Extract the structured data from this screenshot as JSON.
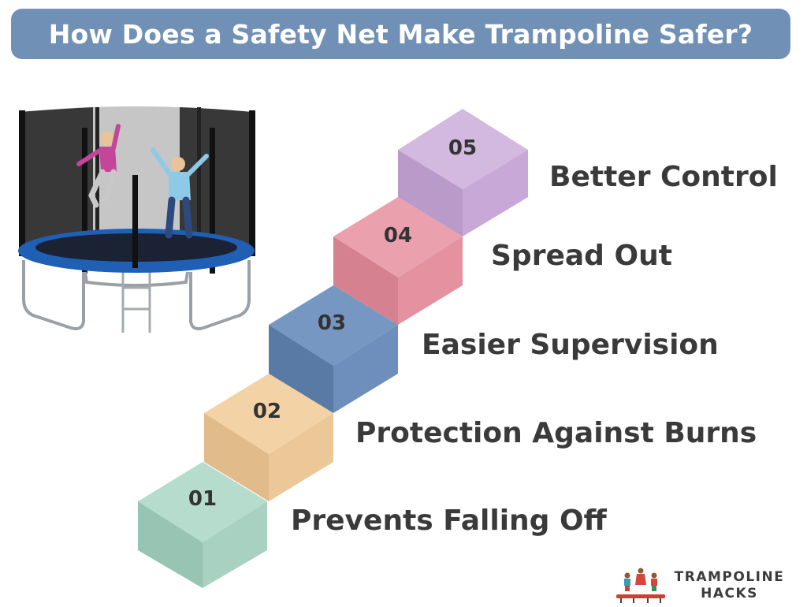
{
  "header": {
    "title": "How Does a Safety Net Make Trampoline Safer?",
    "background_color": "#7190b5",
    "text_color": "#ffffff"
  },
  "illustration": {
    "subject": "trampoline-with-safety-net-and-two-kids-jumping"
  },
  "steps": [
    {
      "number": "01",
      "label": "Prevents Falling Off",
      "color": "#a9d3c3"
    },
    {
      "number": "02",
      "label": "Protection Against Burns",
      "color": "#efcb9a"
    },
    {
      "number": "03",
      "label": "Easier Supervision",
      "color": "#6f8fb8"
    },
    {
      "number": "04",
      "label": "Spread Out",
      "color": "#e3929f"
    },
    {
      "number": "05",
      "label": "Better Control",
      "color": "#c6a7d4"
    }
  ],
  "brand": {
    "line1": "TRAMPOLINE",
    "line2": "HACKS",
    "icon": "kids-jumping-on-trampoline-logo"
  }
}
